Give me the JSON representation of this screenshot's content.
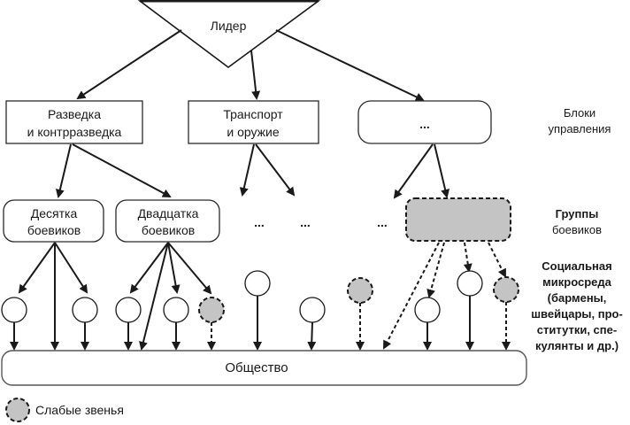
{
  "leader": {
    "label": "Лидер"
  },
  "control_blocks": [
    {
      "lines": [
        "Разведка",
        "и контрразведка"
      ]
    },
    {
      "lines": [
        "Транспорт",
        "и оружие"
      ]
    },
    {
      "lines": [
        "..."
      ]
    }
  ],
  "groups": [
    {
      "lines": [
        "Десятка",
        "боевиков"
      ]
    },
    {
      "lines": [
        "Двадцатка",
        "боевиков"
      ]
    }
  ],
  "ellipses": [
    "...",
    "...",
    "..."
  ],
  "side_labels": {
    "control": [
      "Блоки",
      "управления"
    ],
    "groups": [
      "Группы",
      "боевиков"
    ],
    "micro": [
      "Социальная",
      "микросреда",
      "(бармены,",
      "швейцары, про-",
      "ститутки, спе-",
      "кулянты и др.)"
    ]
  },
  "society": {
    "label": "Общество"
  },
  "legend": {
    "label": "Слабые звенья"
  },
  "colors": {
    "weak_fill": "#c4c4c4",
    "stroke": "#1a1a1a"
  }
}
